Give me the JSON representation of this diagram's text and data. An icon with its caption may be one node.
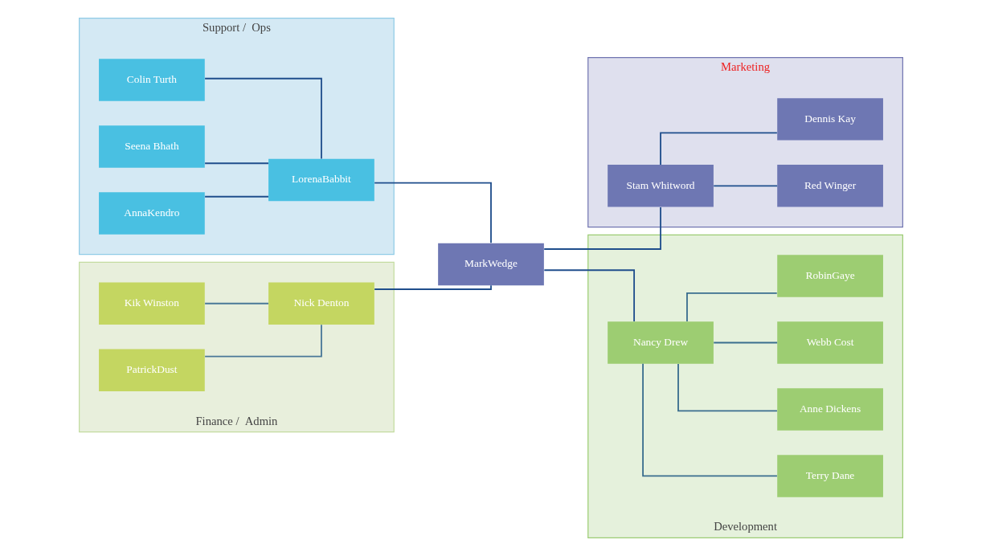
{
  "diagram": {
    "nodes": [
      {
        "text": [
          "Support /  Ops"
        ]
      },
      {
        "text": [
          "Colin Turth"
        ],
        "in": 0
      },
      {
        "text": [
          "Seena Bhath"
        ],
        "in": 0
      },
      {
        "text": [
          "AnnaKendro"
        ],
        "in": 0
      },
      {
        "text": [
          "LorenaBabbit"
        ],
        "in": 0
      },
      {
        "text": [
          "Finance /  Admin"
        ]
      },
      {
        "text": [
          "Kik Winston"
        ],
        "in": 5
      },
      {
        "text": [
          "PatrickDust"
        ],
        "in": 5
      },
      {
        "text": [
          "Nick Denton"
        ],
        "in": 5
      },
      {
        "text": [
          "MarkWedge"
        ]
      },
      {
        "text": [
          "Marketing"
        ]
      },
      {
        "text": [
          "Stam Whitword"
        ],
        "in": 10
      },
      {
        "text": [
          "Red Winger"
        ],
        "in": 10
      },
      {
        "text": [
          "Dennis Kay"
        ],
        "in": 10
      },
      {
        "text": [
          "Development"
        ]
      },
      {
        "text": [
          "Nancy Drew"
        ],
        "in": 14
      },
      {
        "text": [
          "Terry Dane"
        ],
        "in": 14
      },
      {
        "text": [
          "Anne Dickens"
        ],
        "in": 14
      },
      {
        "text": [
          "Webb Cost"
        ],
        "in": 14
      },
      {
        "text": [
          "RobinGaye"
        ],
        "in": 14
      }
    ],
    "edges": [
      {
        "from": 1,
        "to": 4,
        "arrow": "none"
      },
      {
        "from": 2,
        "to": 4,
        "arrow": "none"
      },
      {
        "from": 3,
        "to": 4,
        "arrow": "none"
      },
      {
        "from": 4,
        "to": 9,
        "arrow": "none"
      },
      {
        "from": 6,
        "to": 8,
        "arrow": "none",
        "color": "#4a7898"
      },
      {
        "from": 7,
        "to": 8,
        "arrow": "none",
        "color": "#4a7898"
      },
      {
        "from": 8,
        "to": 9,
        "arrow": "none"
      },
      {
        "from": 9,
        "to": 11,
        "arrow": "none"
      },
      {
        "from": 11,
        "to": 12,
        "arrow": "none"
      },
      {
        "from": 11,
        "to": 13,
        "arrow": "none"
      },
      {
        "from": 9,
        "to": 15,
        "arrow": "none"
      },
      {
        "from": 15,
        "to": 16,
        "arrow": "none",
        "color": "#3a6e8e"
      },
      {
        "from": 15,
        "to": 17,
        "arrow": "none",
        "color": "#3a6e8e"
      },
      {
        "from": 15,
        "to": 18,
        "arrow": "none",
        "color": "#3a6e8e"
      },
      {
        "from": 15,
        "to": 19,
        "arrow": "none",
        "color": "#3a6e8e"
      }
    ]
  }
}
